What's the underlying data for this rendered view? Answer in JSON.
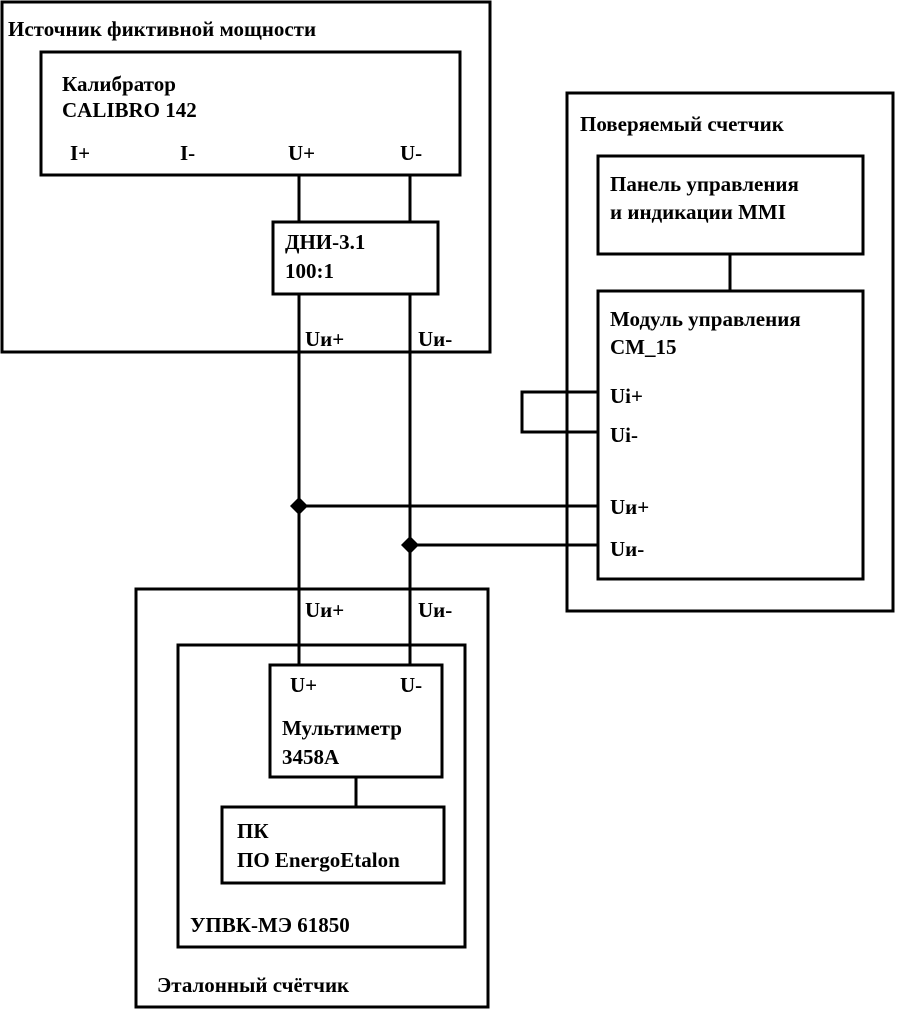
{
  "source": {
    "title": "Источник фиктивной мощности",
    "calibrator": {
      "name_line1": "Калибратор",
      "name_line2": "CALIBRO 142",
      "terminals": [
        "I+",
        "I-",
        "U+",
        "U-"
      ]
    },
    "divider": {
      "name_line1": "ДНИ-3.1",
      "name_line2": "100:1"
    },
    "out_labels": [
      "Uи+",
      "Uи-"
    ]
  },
  "meter_under_test": {
    "title": "Поверяемый счетчик",
    "panel": {
      "line1": "Панель управления",
      "line2": "и индикации MMI"
    },
    "module": {
      "line1": "Модуль управления",
      "line2": "CM_15",
      "terminals": [
        "Ui+",
        "Ui-",
        "Uи+",
        "Uи-"
      ]
    }
  },
  "reference": {
    "title": "Эталонный счётчик",
    "in_labels": [
      "Uи+",
      "Uи-"
    ],
    "inner_title": "УПВК-МЭ 61850",
    "multimeter": {
      "terminals": [
        "U+",
        "U-"
      ],
      "line1": "Мультиметр",
      "line2": "3458A"
    },
    "pc": {
      "line1": "ПК",
      "line2": "ПО EnergoEtalon"
    }
  }
}
